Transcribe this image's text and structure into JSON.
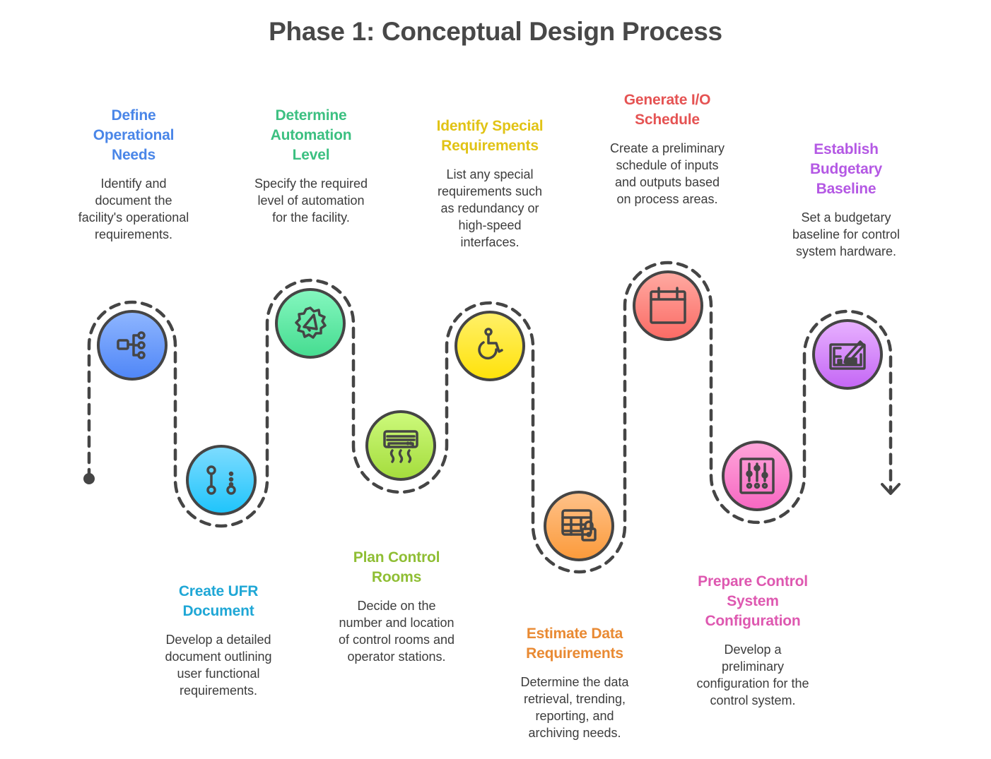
{
  "title": "Phase 1: Conceptual Design Process",
  "steps": [
    {
      "title": "Define Operational Needs",
      "title_lines": [
        "Define",
        "Operational",
        "Needs"
      ],
      "description_lines": [
        "Identify and",
        "document the",
        "facility's operational",
        "requirements."
      ],
      "color": "#4a86e8",
      "fill_top": "#8fb6ff",
      "fill_bottom": "#4f86f7",
      "icon": "hierarchy-icon"
    },
    {
      "title": "Create UFR Document",
      "title_lines": [
        "Create UFR",
        "Document"
      ],
      "description_lines": [
        "Develop a detailed",
        "document outlining",
        "user functional",
        "requirements."
      ],
      "color": "#1fa7d6",
      "fill_top": "#7fdcff",
      "fill_bottom": "#1ec4fb",
      "icon": "git-branch-icon"
    },
    {
      "title": "Determine Automation Level",
      "title_lines": [
        "Determine",
        "Automation",
        "Level"
      ],
      "description_lines": [
        "Specify the required",
        "level of automation",
        "for the facility."
      ],
      "color": "#3cc081",
      "fill_top": "#85f7bf",
      "fill_bottom": "#45dc90",
      "icon": "gear-megaphone-icon"
    },
    {
      "title": "Plan Control Rooms",
      "title_lines": [
        "Plan Control",
        "Rooms"
      ],
      "description_lines": [
        "Decide on the",
        "number and location",
        "of control rooms and",
        "operator stations."
      ],
      "color": "#8fbe34",
      "fill_top": "#cdfa7c",
      "fill_bottom": "#a4dc3c",
      "icon": "air-conditioner-icon"
    },
    {
      "title": "Identify Special Requirements",
      "title_lines": [
        "Identify Special",
        "Requirements"
      ],
      "description_lines": [
        "List any special",
        "requirements such",
        "as redundancy or",
        "high-speed",
        "interfaces."
      ],
      "color": "#e1c315",
      "fill_top": "#fff06a",
      "fill_bottom": "#ffe20a",
      "icon": "wheelchair-icon"
    },
    {
      "title": "Estimate Data Requirements",
      "title_lines": [
        "Estimate Data",
        "Requirements"
      ],
      "description_lines": [
        "Determine the data",
        "retrieval, trending,",
        "reporting, and",
        "archiving needs."
      ],
      "color": "#e98a33",
      "fill_top": "#ffc28a",
      "fill_bottom": "#fb9a3a",
      "icon": "table-lock-icon"
    },
    {
      "title": "Generate I/O Schedule",
      "title_lines": [
        "Generate I/O",
        "Schedule"
      ],
      "description_lines": [
        "Create a preliminary",
        "schedule of inputs",
        "and outputs based",
        "on process areas."
      ],
      "color": "#e55353",
      "fill_top": "#ffaaa2",
      "fill_bottom": "#fb6a64",
      "icon": "calendar-icon"
    },
    {
      "title": "Prepare Control System Configuration",
      "title_lines": [
        "Prepare Control",
        "System",
        "Configuration"
      ],
      "description_lines": [
        "Develop a",
        "preliminary",
        "configuration for the",
        "control system."
      ],
      "color": "#de58b0",
      "fill_top": "#ffa6da",
      "fill_bottom": "#f667c2",
      "icon": "sliders-icon"
    },
    {
      "title": "Establish Budgetary Baseline",
      "title_lines": [
        "Establish",
        "Budgetary",
        "Baseline"
      ],
      "description_lines": [
        "Set a budgetary",
        "baseline for control",
        "system hardware."
      ],
      "color": "#b458e4",
      "fill_top": "#e8b2ff",
      "fill_bottom": "#c466f5",
      "icon": "blueprint-edit-icon"
    }
  ],
  "path": {
    "stroke": "#454545",
    "start_marker": "start-dot",
    "end_marker": "arrow-down"
  }
}
